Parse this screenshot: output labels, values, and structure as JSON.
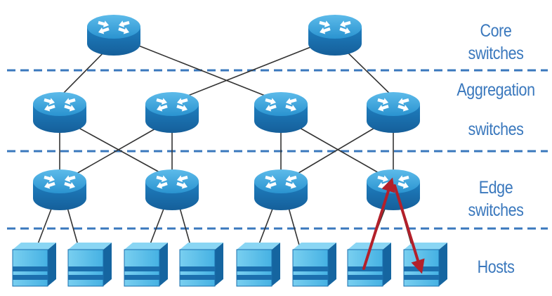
{
  "diagram": {
    "tiers": {
      "core": "Core switches",
      "aggregation_line1": "Aggregation",
      "aggregation_line2": "switches",
      "edge": "Edge switches",
      "hosts": "Hosts"
    },
    "colors": {
      "switch_top": "#3aa0d8",
      "switch_side": "#1b6fae",
      "host_top": "#5cc1ea",
      "host_front": "#1f86c7",
      "divider": "#3a78bd",
      "link": "#333333",
      "arrow": "#b3202a",
      "label": "#3a78bd"
    },
    "icons": [
      "router-icon",
      "host-icon",
      "arrow-icon"
    ]
  }
}
